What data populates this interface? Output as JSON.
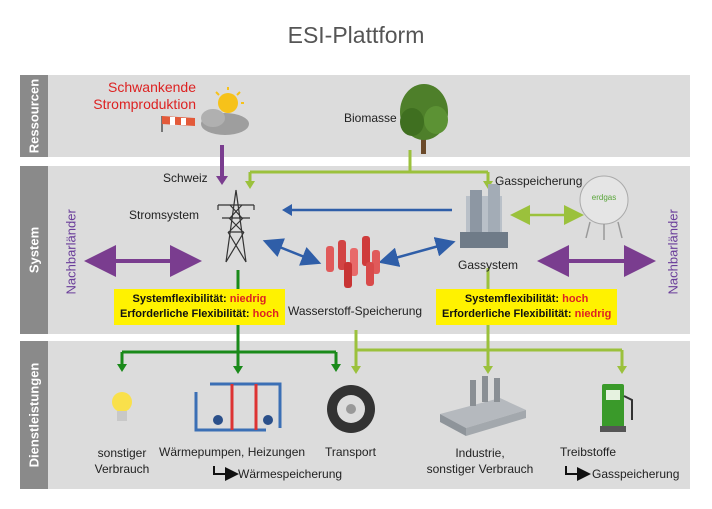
{
  "title": "ESI-Plattform",
  "bands": {
    "resources": "Ressourcen",
    "system": "System",
    "services": "Dienstleistungen"
  },
  "resources": {
    "fluctuating_line1": "Schwankende",
    "fluctuating_line2": "Stromproduktion",
    "biomass": "Biomasse"
  },
  "system": {
    "switzerland": "Schweiz",
    "power_system": "Stromsystem",
    "gas_storage": "Gasspeicherung",
    "gas_system": "Gassystem",
    "hydrogen_storage": "Wasserstoff-Speicherung",
    "neighbors_left": "Nachbarländer",
    "neighbors_right": "Nachbarländer",
    "tank_label": "erdgas"
  },
  "flex_left": {
    "line1_label": "Systemflexibilität: ",
    "line1_value": "niedrig",
    "line2_label": "Erforderliche Flexibilität: ",
    "line2_value": "hoch"
  },
  "flex_right": {
    "line1_label": "Systemflexibilität: ",
    "line1_value": "hoch",
    "line2_label": "Erforderliche Flexibilität: ",
    "line2_value": "niedrig"
  },
  "services": {
    "other_use_line1": "sonstiger",
    "other_use_line2": "Verbrauch",
    "heat_pumps": "Wärmepumpen, Heizungen",
    "heat_storage": "Wärmespeicherung",
    "transport": "Transport",
    "industry_line1": "Industrie,",
    "industry_line2": "sonstiger Verbrauch",
    "fuels": "Treibstoffe",
    "gas_storage": "Gasspeicherung"
  },
  "colors": {
    "electricity": "#1a8a1a",
    "biogas": "#9bc13c",
    "exchange": "#2f5ea8",
    "neighbors": "#7a3d8f",
    "resources_power": "#7a3d8f",
    "highlight": "#fff200",
    "emphasis": "#d22222"
  }
}
